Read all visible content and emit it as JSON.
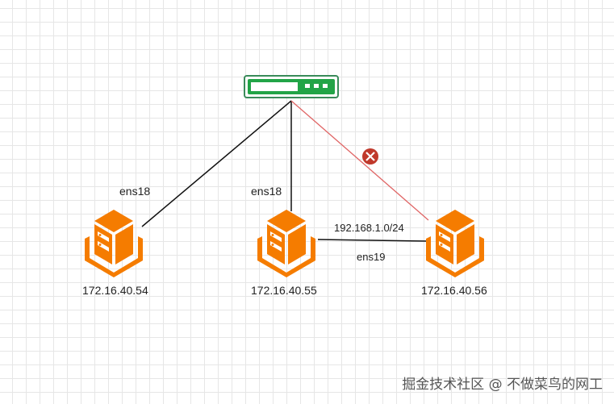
{
  "nodes": [
    {
      "ip": "172.16.40.54",
      "iface": "ens18"
    },
    {
      "ip": "172.16.40.55",
      "iface": "ens18"
    },
    {
      "ip": "172.16.40.56"
    }
  ],
  "link_55_56": {
    "subnet": "192.168.1.0/24",
    "iface": "ens19"
  },
  "watermark": "掘金技术社区 @ 不做菜鸟的网工",
  "colors": {
    "server_orange": "#f57c00",
    "switch_green": "#22a447",
    "failed_link": "#e06666",
    "error_mark": "#c0392b"
  },
  "icons": {
    "switch": "network-switch-icon",
    "server": "server-stack-icon",
    "failure": "disconnected-x-icon"
  }
}
